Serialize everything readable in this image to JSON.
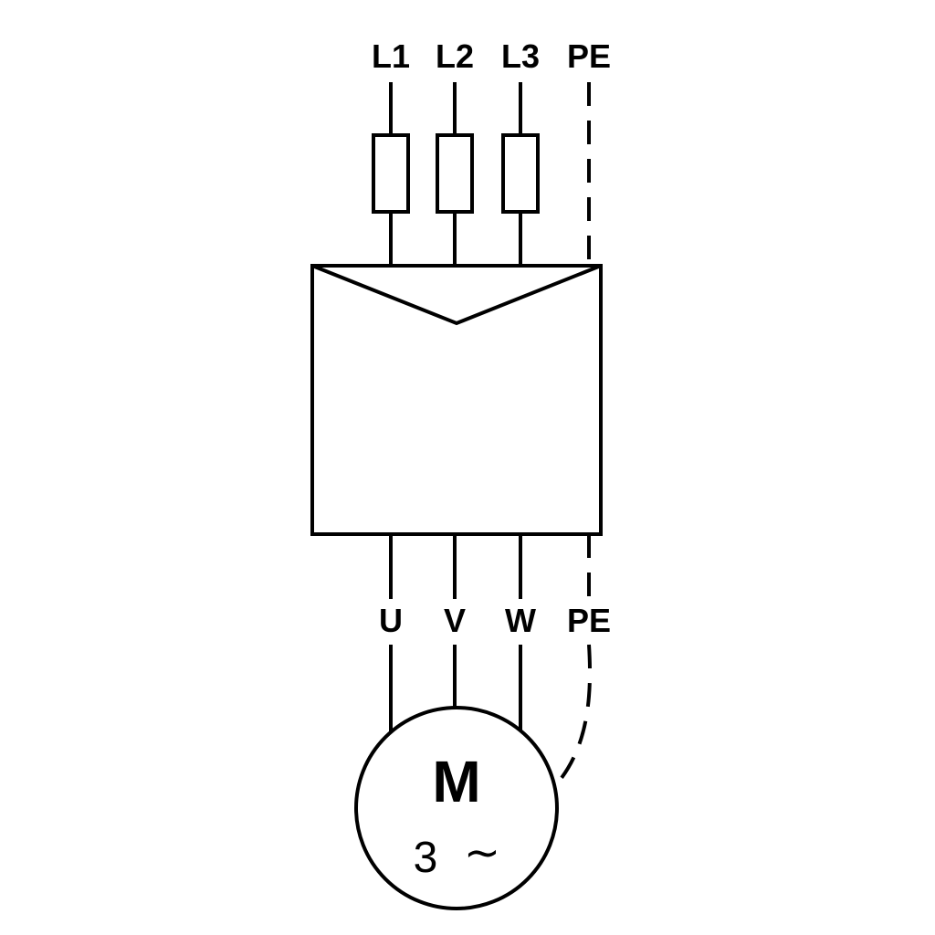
{
  "diagram": {
    "type": "wiring-diagram",
    "description": "Three-phase mains supply through fuses into a drive/converter box feeding a three-phase AC motor with protective earth",
    "supply_terminals": {
      "l1": "L1",
      "l2": "L2",
      "l3": "L3",
      "pe": "PE"
    },
    "motor_terminals": {
      "u": "U",
      "v": "V",
      "w": "W",
      "pe": "PE"
    },
    "motor": {
      "letter": "M",
      "phases": "3",
      "ac_symbol": "∼"
    },
    "colors": {
      "stroke": "#000000",
      "background": "#ffffff"
    }
  }
}
